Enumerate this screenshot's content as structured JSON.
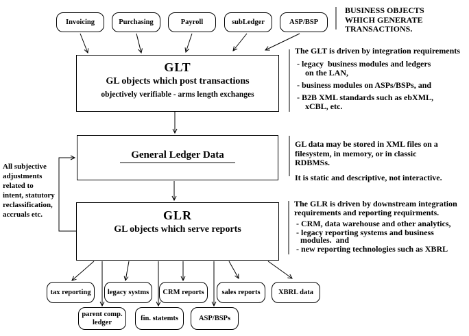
{
  "colors": {
    "ink": "#000000",
    "paper": "#ffffff"
  },
  "top_note": "BUSINESS OBJECTS\nWHICH GENERATE\nTRANSACTIONS.",
  "sources": {
    "invoicing": "Invoicing",
    "purchasing": "Purchasing",
    "payroll": "Payroll",
    "subledger": "subLedger",
    "aspbsp": "ASP/BSP"
  },
  "glt": {
    "title": "GLT",
    "subtitle": "GL objects which post transactions",
    "detail": "objectively verifiable - arms length exchanges",
    "note_intro": "The GLT is driven by integration requirements",
    "note_bullets": [
      " - legacy  business modules and ledgers\n     on the LAN,",
      " - business modules on ASPs/BSPs, and",
      " - B2B XML standards such as ebXML,\n     xCBL, etc."
    ]
  },
  "gld": {
    "title": "General Ledger Data",
    "note_p1": "GL data may be stored in XML files on a\nfilesystem, in memory, or in classic\nRDBMSs.",
    "note_p2": "It is static and descriptive, not interactive."
  },
  "glr": {
    "title": "GLR",
    "subtitle": "GL objects which serve reports",
    "note_intro": "The GLR is driven by downstream integration\nrequirements and reporting requirments.",
    "note_bullets": [
      " - CRM, data warehouse and other analytics,",
      " - legacy reporting systems and business\n   modules.  and",
      " - new reporting technologies such as XBRL"
    ]
  },
  "feedback_note": "All subjective\nadjustments\nrelated to\nintent, statutory\nreclassification,\naccruals etc.",
  "outputs": {
    "tax": "tax reporting",
    "legacy": "legacy systms",
    "crm": "CRM reports",
    "sales": "sales reports",
    "xbrl": "XBRL data",
    "parent": "parent comp.\nledger",
    "fin": "fin. statemts",
    "asp": "ASP/BSPs"
  }
}
